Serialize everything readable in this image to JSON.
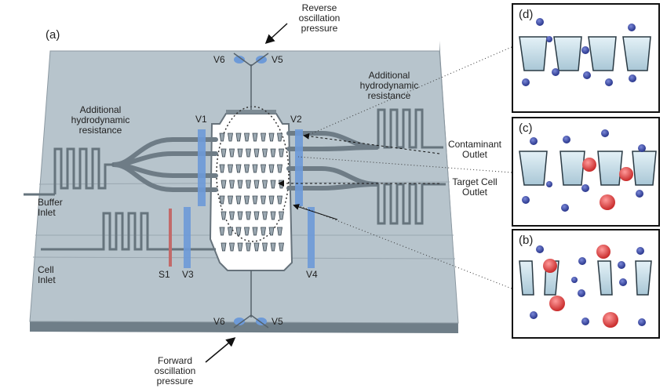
{
  "panel_a": {
    "label": "(a)",
    "reverse_pressure": [
      "Reverse",
      "oscillation",
      "pressure"
    ],
    "forward_pressure": [
      "Forward",
      "oscillation",
      "pressure"
    ],
    "resistance_left": [
      "Additional",
      "hydrodynamic",
      "resistance"
    ],
    "resistance_right": [
      "Additional",
      "hydrodynamic",
      "resistance"
    ],
    "buffer_inlet": [
      "Buffer",
      "Inlet"
    ],
    "cell_inlet": [
      "Cell",
      "Inlet"
    ],
    "contaminant_outlet": [
      "Contaminant",
      "Outlet"
    ],
    "target_outlet": [
      "Target Cell",
      "Outlet"
    ],
    "valves": {
      "v1": "V1",
      "v2": "V2",
      "v3": "V3",
      "v4": "V4",
      "v5_top": "V5",
      "v6_top": "V6",
      "v5_bottom": "V5",
      "v6_bottom": "V6",
      "s1": "S1"
    }
  },
  "panel_d": {
    "label": "(d)"
  },
  "panel_c": {
    "label": "(c)"
  },
  "panel_b": {
    "label": "(b)"
  },
  "colors": {
    "chip_top": "#b7c4cc",
    "chip_side": "#6f7e88",
    "channel": "#7d8b94",
    "valve_blue": "#6d9ad8",
    "sensor_red": "#c26a6a",
    "funnel": "#d2e6f0",
    "small_cell": "#3b4aa8",
    "large_cell": "#e04848"
  }
}
